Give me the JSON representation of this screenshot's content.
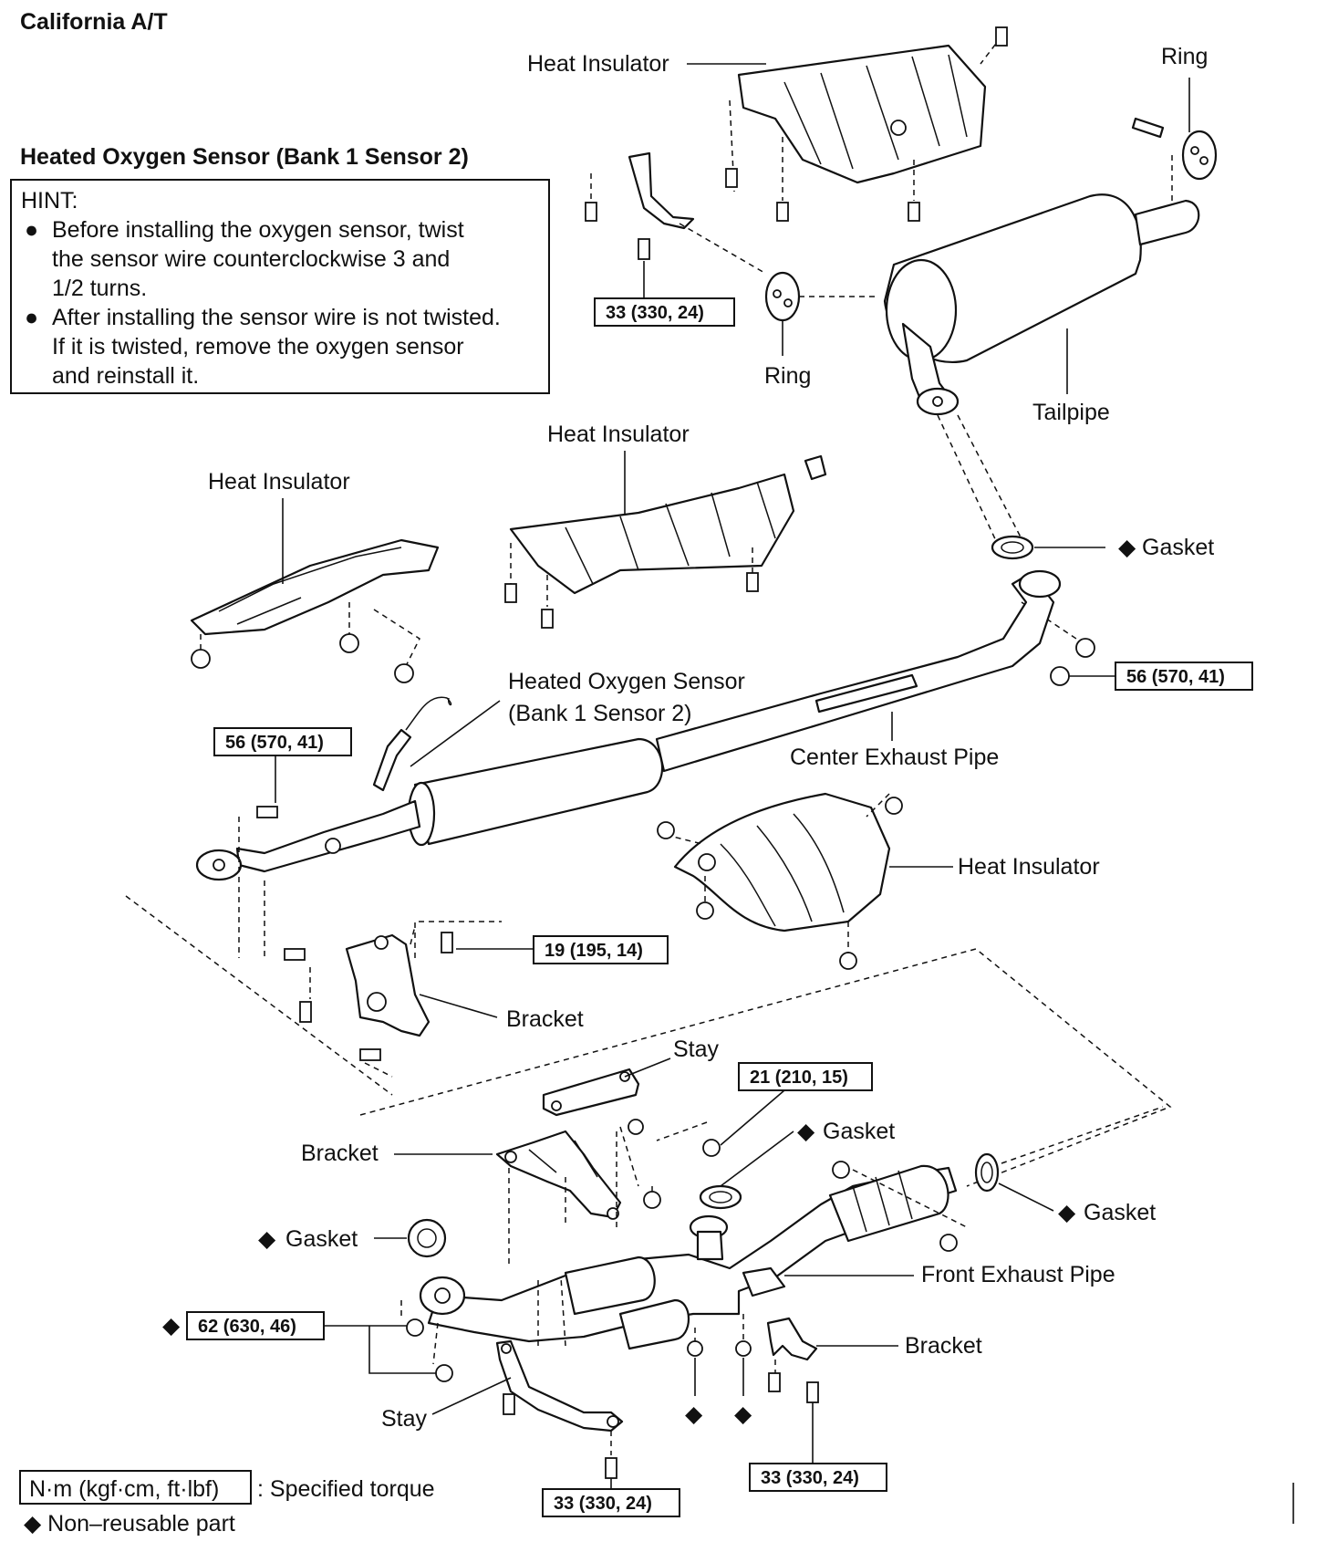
{
  "header": {
    "title": "California A/T",
    "sensor_title": "Heated Oxygen Sensor (Bank 1 Sensor 2)"
  },
  "hint": {
    "heading": "HINT:",
    "items": [
      {
        "bullet": "●",
        "lines": [
          "Before installing the oxygen sensor, twist",
          "the sensor wire counterclockwise 3 and",
          "1/2 turns."
        ]
      },
      {
        "bullet": "●",
        "lines": [
          "After installing the sensor wire is not twisted.",
          "If it is twisted, remove the oxygen sensor",
          "and reinstall it."
        ]
      }
    ]
  },
  "parts": {
    "heat_insulator_top": "Heat Insulator",
    "ring_top": "Ring",
    "ring_mid": "Ring",
    "tailpipe": "Tailpipe",
    "heat_insulator_center": "Heat Insulator",
    "heat_insulator_left": "Heat Insulator",
    "gasket_rear": "Gasket",
    "oxygen_sensor_line1": "Heated Oxygen Sensor",
    "oxygen_sensor_line2": "(Bank 1 Sensor 2)",
    "center_exhaust_pipe": "Center Exhaust Pipe",
    "heat_insulator_right": "Heat Insulator",
    "bracket_mid": "Bracket",
    "stay_top": "Stay",
    "gasket_mid": "Gasket",
    "bracket_lower": "Bracket",
    "gasket_right": "Gasket",
    "gasket_left": "Gasket",
    "front_exhaust_pipe": "Front Exhaust Pipe",
    "bracket_right": "Bracket",
    "stay_bottom": "Stay"
  },
  "torque": {
    "t_top": "33 (330, 24)",
    "t_56_right": "56 (570, 41)",
    "t_56_left": "56 (570, 41)",
    "t_19": "19 (195, 14)",
    "t_21": "21 (210, 15)",
    "t_62": "62 (630, 46)",
    "t_bottom_mid": "33 (330, 24)",
    "t_bottom_right": "33 (330, 24)"
  },
  "symbols": {
    "diamond": "◆"
  },
  "legend": {
    "unit_box": "N·m (kgf·cm, ft·lbf)",
    "unit_desc": ": Specified torque",
    "nonreusable": "◆ Non–reusable part"
  }
}
